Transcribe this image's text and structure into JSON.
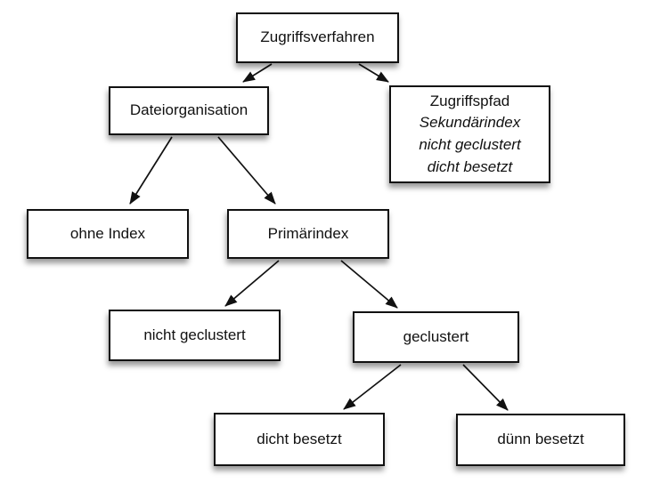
{
  "diagram": {
    "nodes": {
      "zugriffsverfahren": {
        "label": "Zugriffsverfahren"
      },
      "dateiorganisation": {
        "label": "Dateiorganisation"
      },
      "zugriffspfad": {
        "lines": [
          "Zugriffspfad",
          "Sekundärindex",
          "nicht geclustert",
          "dicht besetzt"
        ]
      },
      "ohne_index": {
        "label": "ohne Index"
      },
      "primaerindex": {
        "label": "Primärindex"
      },
      "nicht_geclustert": {
        "label": "nicht geclustert"
      },
      "geclustert": {
        "label": "geclustert"
      },
      "dicht_besetzt": {
        "label": "dicht besetzt"
      },
      "duenn_besetzt": {
        "label": "dünn besetzt"
      }
    },
    "edges": [
      {
        "from": "zugriffsverfahren",
        "to": "dateiorganisation"
      },
      {
        "from": "zugriffsverfahren",
        "to": "zugriffspfad"
      },
      {
        "from": "dateiorganisation",
        "to": "ohne_index"
      },
      {
        "from": "dateiorganisation",
        "to": "primaerindex"
      },
      {
        "from": "primaerindex",
        "to": "nicht_geclustert"
      },
      {
        "from": "primaerindex",
        "to": "geclustert"
      },
      {
        "from": "geclustert",
        "to": "dicht_besetzt"
      },
      {
        "from": "geclustert",
        "to": "duenn_besetzt"
      }
    ],
    "colors": {
      "background": "#ffffff",
      "box_fill": "#ffffff",
      "box_border": "#111111",
      "text": "#111111",
      "arrow": "#111111"
    }
  }
}
